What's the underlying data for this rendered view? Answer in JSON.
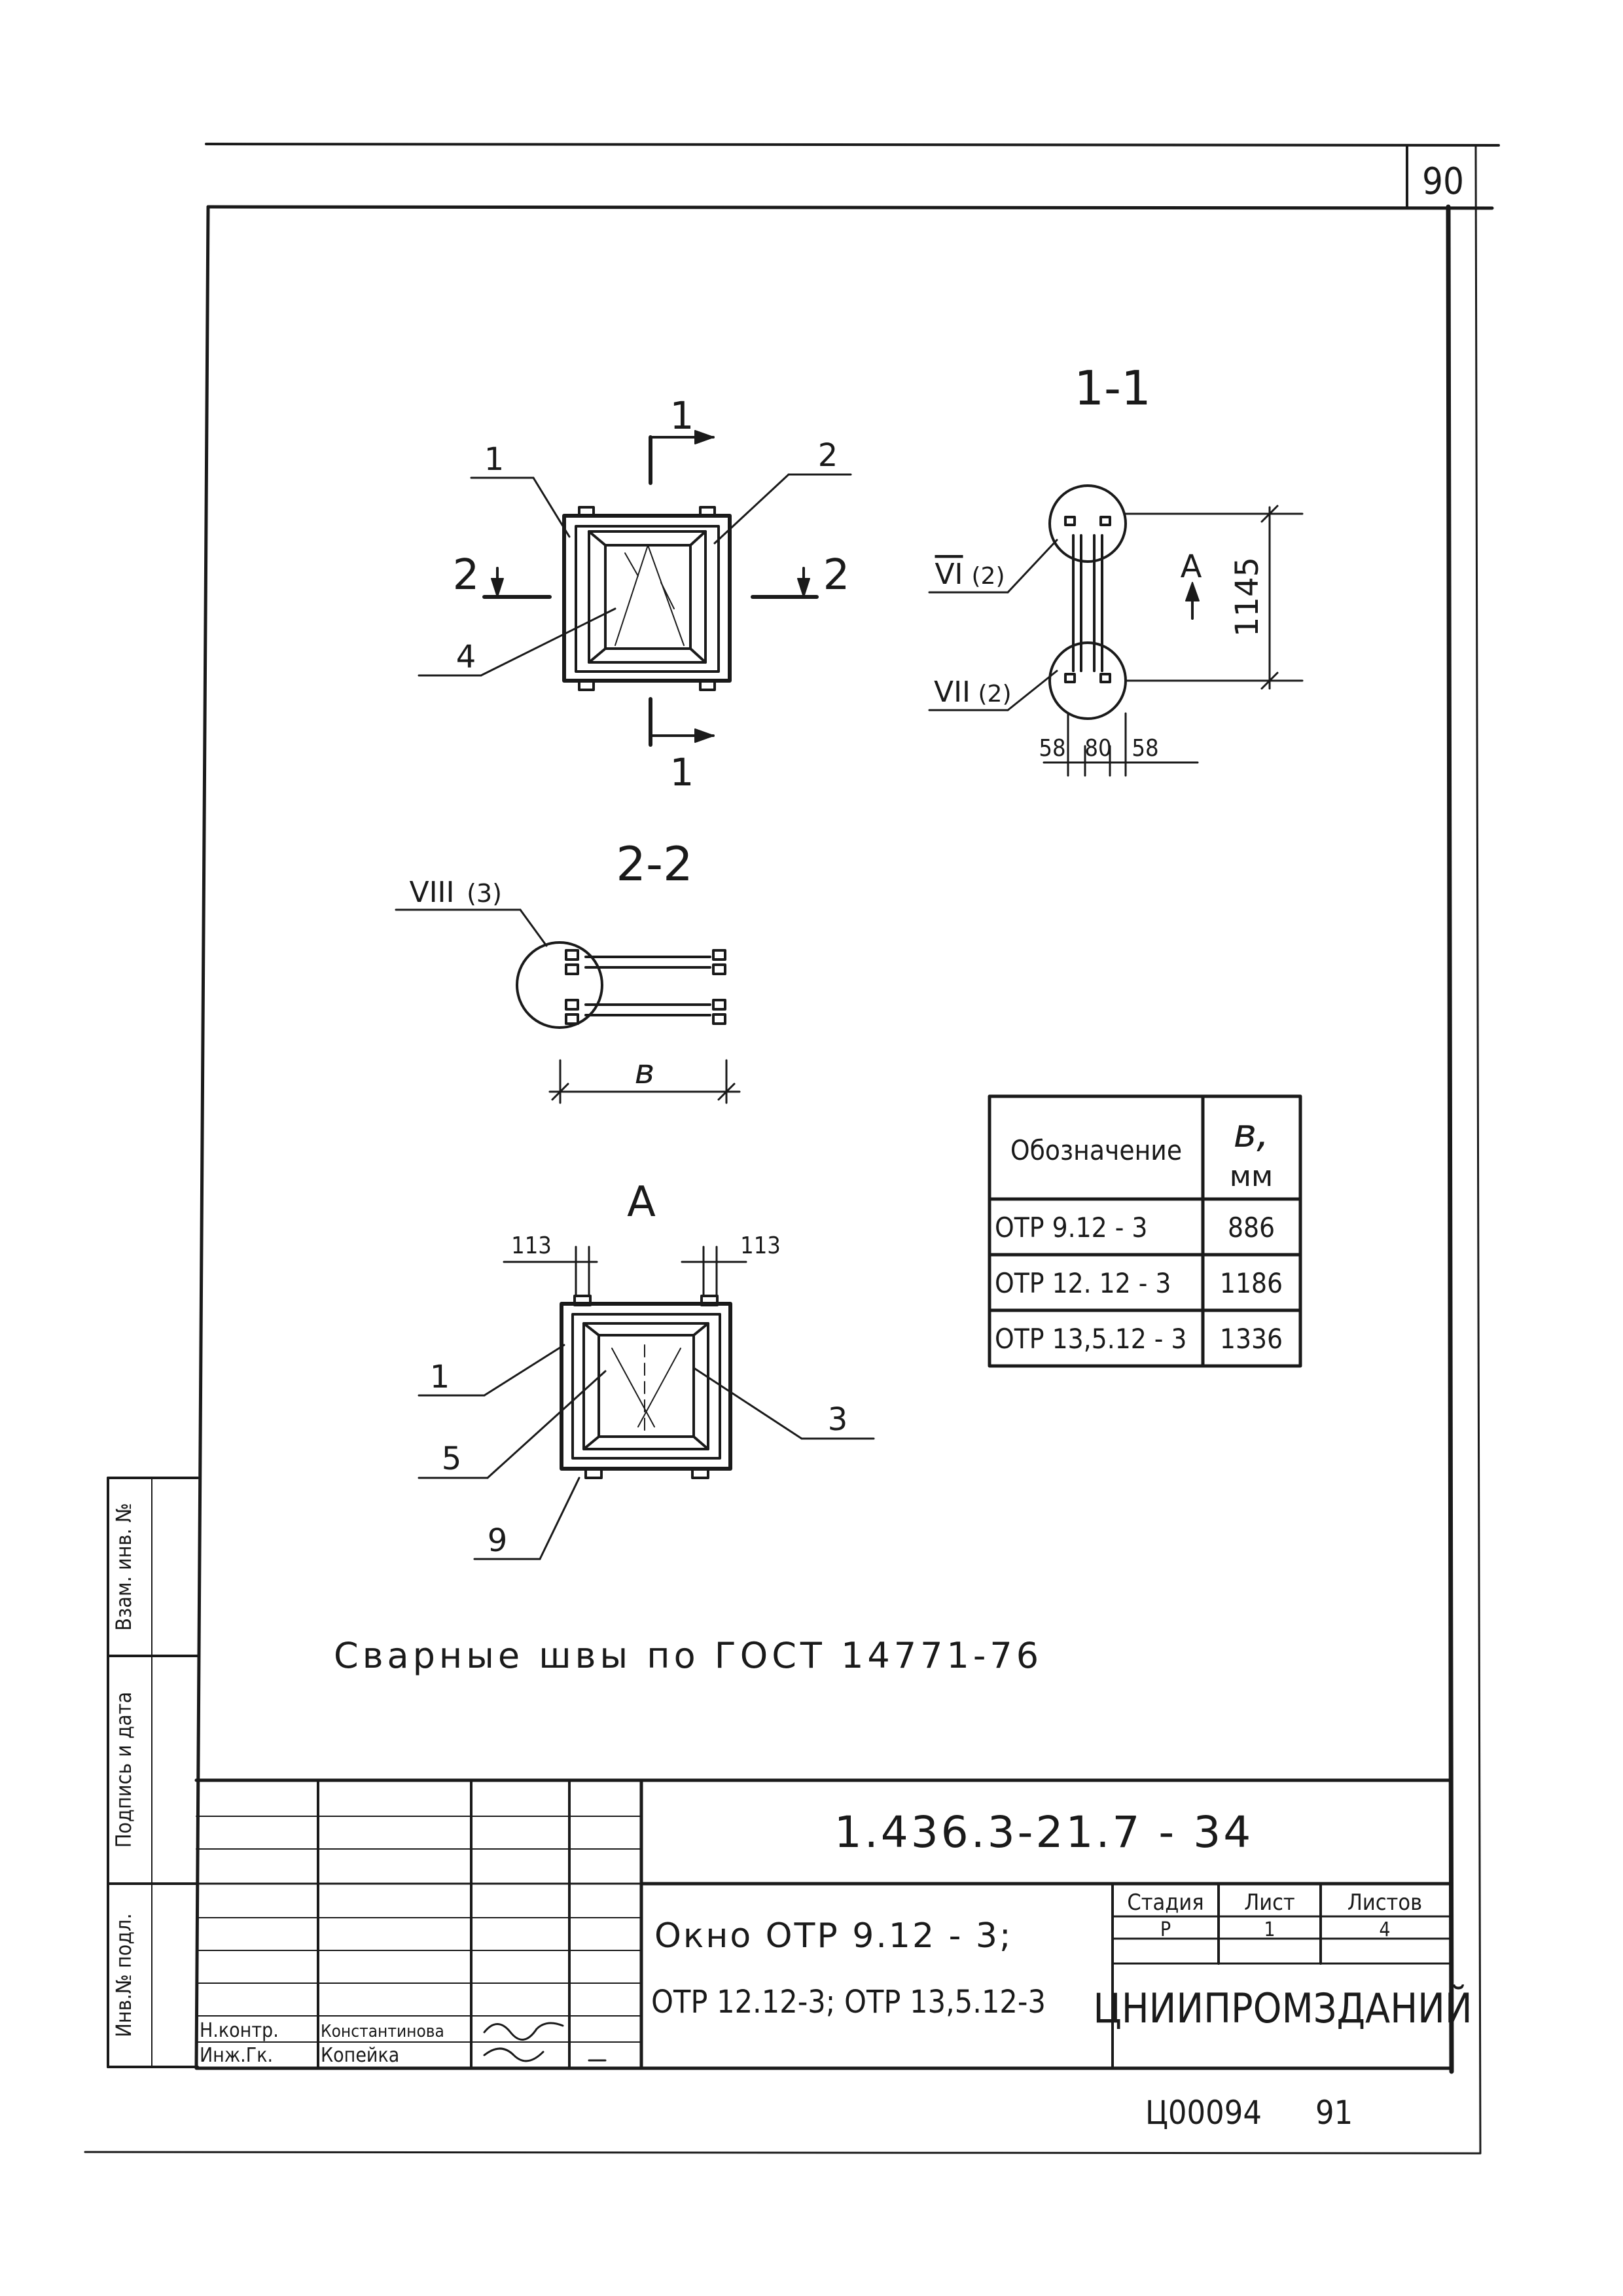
{
  "sheet_number": "90",
  "views": {
    "plan": {
      "cut_1": "1",
      "cut_2": "2",
      "callouts": [
        "1",
        "2",
        "4"
      ]
    },
    "section_1_1": {
      "title": "1-1",
      "view_arrow": "А",
      "dim_height": "1145",
      "node_top_num": "VI",
      "node_top_ref": "(2)",
      "node_bottom_num": "VII",
      "node_bottom_ref": "(2)",
      "dims_bottom": [
        "58",
        "80",
        "58"
      ]
    },
    "section_2_2": {
      "title": "2-2",
      "node_num": "VIII",
      "node_ref": "(3)",
      "dim_label": "в"
    },
    "view_a": {
      "title": "А",
      "dim_left": "113",
      "dim_right": "113",
      "callouts": [
        "1",
        "5",
        "3",
        "9"
      ]
    }
  },
  "table": {
    "headers": [
      "Обозначение",
      "в,",
      "мм"
    ],
    "rows": [
      {
        "designation": "ОТР 9.12 - 3",
        "b": "886"
      },
      {
        "designation": "ОТР 12. 12 - 3",
        "b": "1186"
      },
      {
        "designation": "ОТР 13,5.12 - 3",
        "b": "1336"
      }
    ]
  },
  "note": "Сварные   швы   по  ГОСТ  14771-76",
  "side_stamp": [
    "Инв.№ подл.",
    "Подпись и дата",
    "Взам. инв. №"
  ],
  "title_block": {
    "code": "1.436.3-21.7 - 34",
    "title_line1": "Окно   ОТР 9.12 - 3;",
    "title_line2": "ОТР 12.12-3;  ОТР 13,5.12-3",
    "stage_header": "Стадия",
    "sheet_header": "Лист",
    "sheets_header": "Листов",
    "stage": "Р",
    "sheet": "1",
    "sheets": "4",
    "organization": "ЦНИИПРОМЗДАНИЙ",
    "signers": [
      {
        "role": "Н.контр.",
        "name": "Константинова"
      },
      {
        "role": "Инж.Гк.",
        "name": "Копейка"
      }
    ]
  },
  "footer": {
    "archive": "Ц00094",
    "page": "91"
  }
}
